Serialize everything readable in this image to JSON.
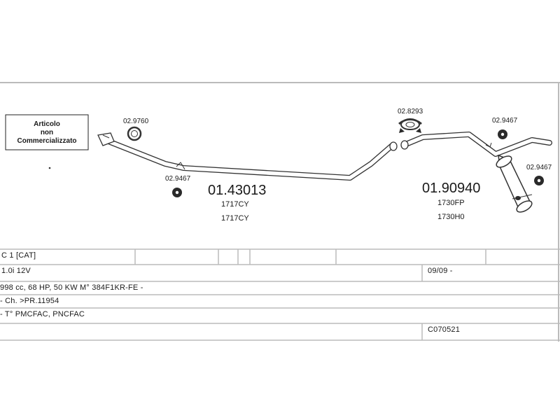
{
  "notice": [
    "Articolo",
    "non",
    "Commercializzato"
  ],
  "parts": {
    "clamp_left": "02.9760",
    "bracket_left": "02.9467",
    "front_pipe": {
      "number": "01.43013",
      "codes": [
        "1717CY",
        "1717CY"
      ]
    },
    "clamp_mid": "02.8293",
    "bracket_right_top": "02.9467",
    "bracket_right_side": "02.9467",
    "rear_silencer": {
      "number": "01.90940",
      "codes": [
        "1730FP",
        "1730H0"
      ]
    }
  },
  "table": {
    "model": "C 1  [CAT]",
    "engine": "1.0i 12V",
    "date": "09/09 -",
    "spec": "998 cc, 68 HP, 50 KW M° 384F1KR-FE -",
    "chassis": "- Ch. >PR.11954",
    "type": "- T° PMCFAC, PNCFAC",
    "code": "C070521"
  }
}
